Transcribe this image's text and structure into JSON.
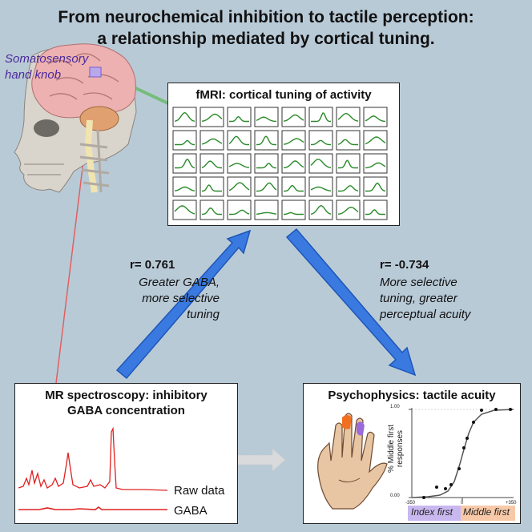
{
  "title_line1": "From neurochemical inhibition to tactile perception:",
  "title_line2": "a relationship mediated by cortical tuning.",
  "brain": {
    "label_line1": "Somatosensory",
    "label_line2": "hand knob"
  },
  "fmri": {
    "title": "fMRI: cortical tuning of activity",
    "rows": 5,
    "cols": 8,
    "line_color": "#2a8a2a"
  },
  "links": {
    "left": {
      "r": "r= 0.761",
      "text1": "Greater GABA,",
      "text2": "more selective",
      "text3": "tuning"
    },
    "right": {
      "r": "r= -0.734",
      "text1": "More selective",
      "text2": "tuning, greater",
      "text3": "perceptual acuity"
    }
  },
  "mrs": {
    "title_line1": "MR spectroscopy: inhibitory",
    "title_line2": "GABA concentration",
    "raw_label": "Raw data",
    "gaba_label": "GABA",
    "trace_color": "#e02020"
  },
  "psycho": {
    "title": "Psychophysics: tactile acuity",
    "ylabel_line1": "% Middle first",
    "ylabel_line2": "responses",
    "y_ticks": [
      "1.00",
      "0.00"
    ],
    "x_ticks": [
      "-350",
      "0",
      "+350"
    ],
    "index_label": "Index first",
    "middle_label": "Middle first",
    "index_color": "#c9b8f0",
    "middle_color": "#f8c9a8"
  },
  "colors": {
    "arrow": "#3a7ae0",
    "arrow_stroke": "#1d56b8",
    "background": "#b9cad7"
  }
}
